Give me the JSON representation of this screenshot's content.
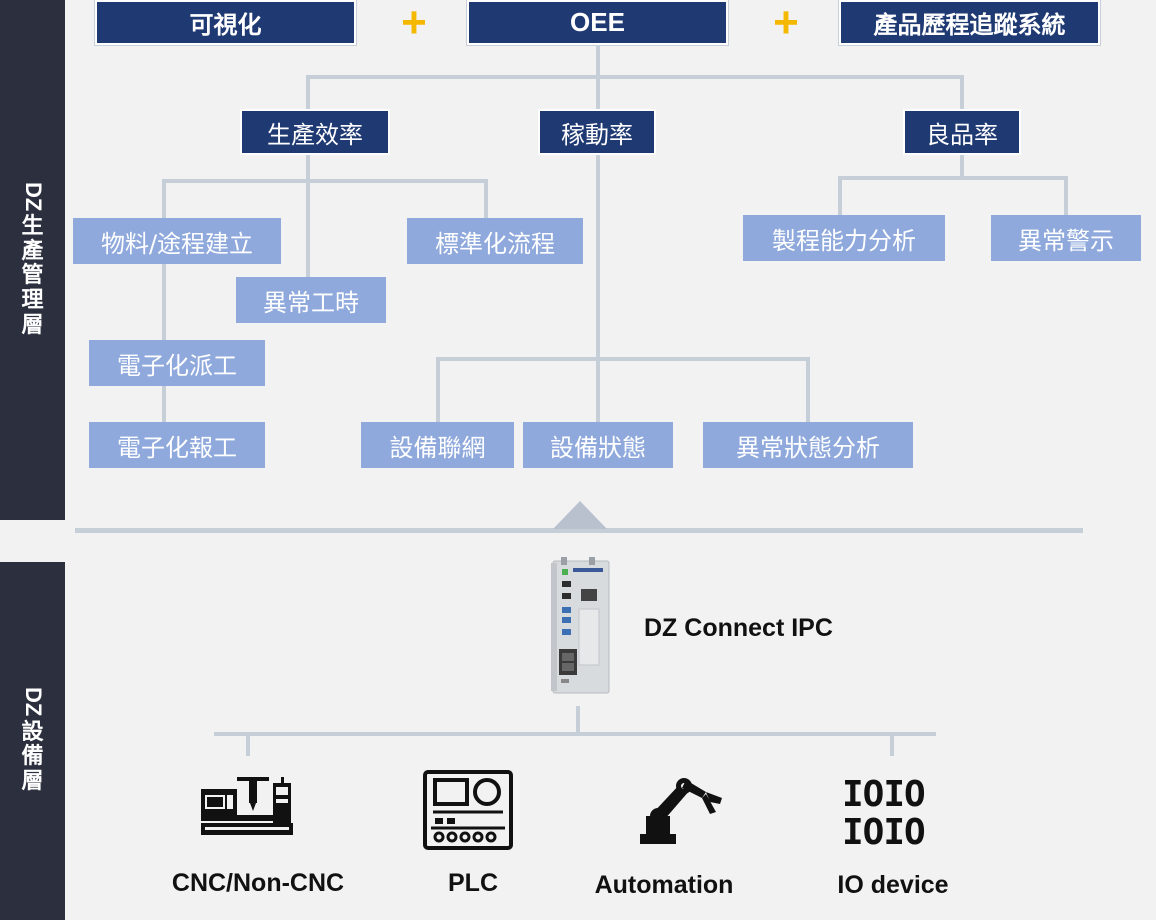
{
  "side_labels": {
    "management": {
      "prefix": "DZ",
      "chars": [
        "生",
        "產",
        "管",
        "理",
        "層"
      ]
    },
    "equipment": {
      "prefix": "DZ",
      "chars": [
        "設",
        "備",
        "層"
      ]
    }
  },
  "top_row": {
    "visualization": "可視化",
    "oee": "OEE",
    "traceability": "產品歷程追蹤系統",
    "plus": "+"
  },
  "metrics": {
    "efficiency": "生產效率",
    "availability": "稼動率",
    "quality": "良品率"
  },
  "efficiency_items": {
    "material_route": "物料/途程建立",
    "standard_process": "標準化流程",
    "abnormal_hours": "異常工時",
    "e_dispatch": "電子化派工",
    "e_report": "電子化報工"
  },
  "availability_items": {
    "networking": "設備聯網",
    "status": "設備狀態",
    "abnormal_analysis": "異常狀態分析"
  },
  "quality_items": {
    "capability": "製程能力分析",
    "alert": "異常警示"
  },
  "ipc": {
    "label": "DZ Connect IPC"
  },
  "devices": [
    {
      "label": "CNC/Non-CNC",
      "icon": "cnc-machine-icon"
    },
    {
      "label": "PLC",
      "icon": "plc-icon"
    },
    {
      "label": "Automation",
      "icon": "robot-arm-icon"
    },
    {
      "label": "IO device",
      "icon": "io-binary-icon",
      "glyph": [
        "IOIO",
        "IOIO"
      ]
    }
  ],
  "colors": {
    "dark_navy": "#1f3a73",
    "light_blue": "#8fa9dc",
    "connector": "#c6ced8",
    "sidebar": "#2b2f3e",
    "plus": "#f5b800"
  }
}
